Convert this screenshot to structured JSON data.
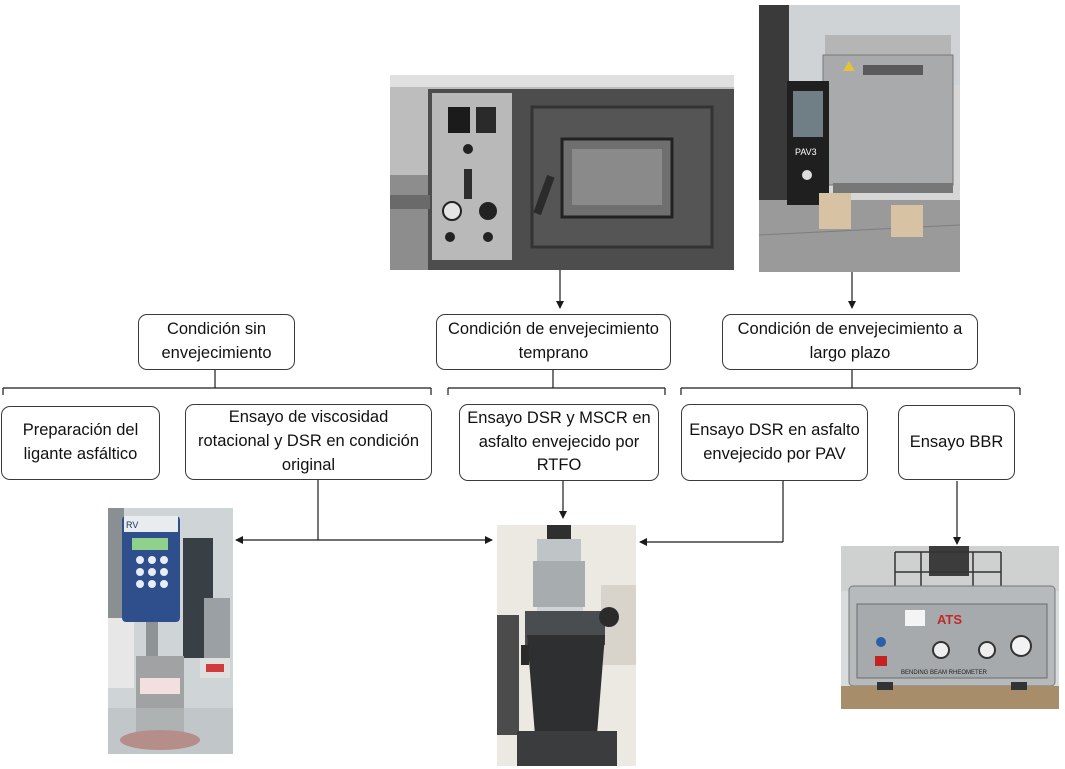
{
  "conditions": {
    "unaged": "Condición sin envejecimiento",
    "short_term": "Condición de envejecimiento temprano",
    "long_term": "Condición de envejecimiento a largo plazo"
  },
  "tests": {
    "binder_prep": "Preparación del ligante asfáltico",
    "viscosity_dsr": "Ensayo de viscosidad rotacional y DSR en condición original",
    "dsr_mscr_rtfo": "Ensayo DSR y MSCR en asfalto envejecido por RTFO",
    "dsr_pav": "Ensayo DSR en asfalto envejecido por PAV",
    "bbr": "Ensayo BBR"
  },
  "photos": {
    "rtfo_oven": {
      "icon": "rtfo-oven-photo",
      "panel_text": ""
    },
    "pav_vessel": {
      "icon": "pav-vessel-photo",
      "logo_text": "PAV3"
    },
    "viscometer": {
      "icon": "rotational-viscometer-photo",
      "display_text": "RV"
    },
    "dsr": {
      "icon": "dsr-rheometer-photo"
    },
    "bbr": {
      "icon": "bending-beam-rheometer-photo",
      "logo_text": "ATS",
      "plate_text": "BENDING BEAM RHEOMETER"
    }
  },
  "colors": {
    "line": "#1a1a1a",
    "box_border": "#3a3a3a"
  }
}
